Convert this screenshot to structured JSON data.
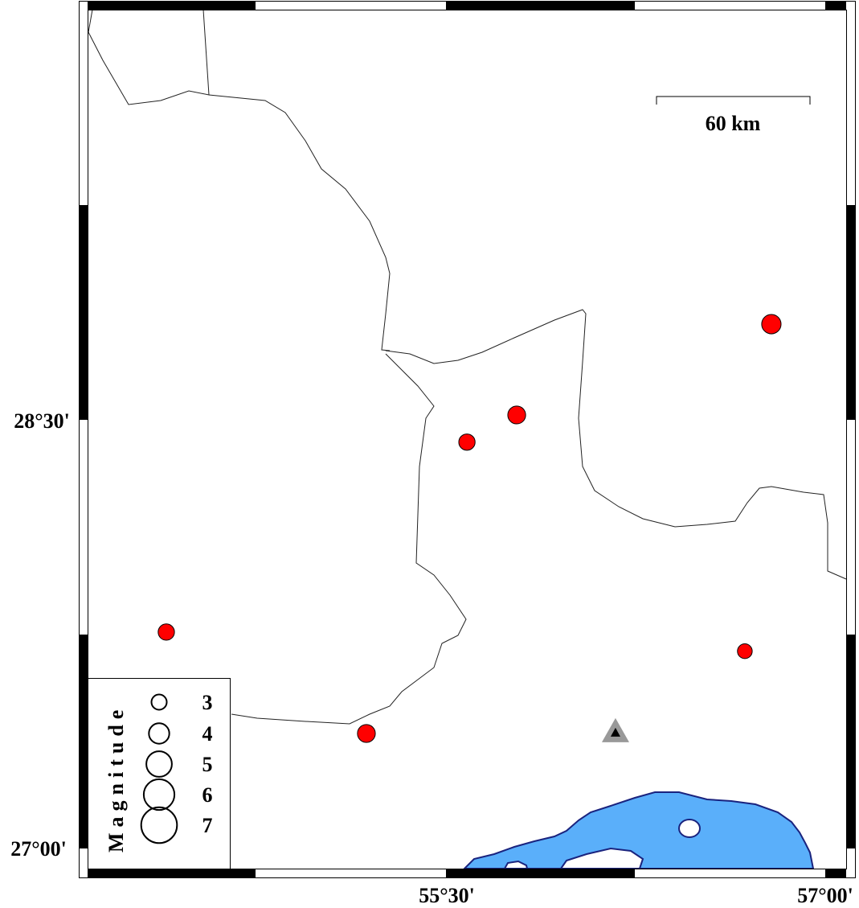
{
  "map": {
    "axis_labels": {
      "lat_top": "28°30'",
      "lat_bottom": "27°00'",
      "lon_left": "55°30'",
      "lon_right": "57°00'"
    },
    "scale_bar": {
      "label": "60 km"
    },
    "legend": {
      "title": "Magnitude",
      "magnitudes": [
        "3",
        "4",
        "5",
        "6",
        "7"
      ]
    },
    "colors": {
      "event": "#ff0000",
      "sea": "#5aaffa",
      "coast": "#1a237e",
      "station": "#999999"
    },
    "events": [
      {
        "lon": 54.393,
        "lat": 27.757,
        "mag": 3.2
      },
      {
        "lon": 55.185,
        "lat": 27.402,
        "mag": 3.5
      },
      {
        "lon": 55.583,
        "lat": 28.422,
        "mag": 3.2
      },
      {
        "lon": 55.78,
        "lat": 28.517,
        "mag": 3.5
      },
      {
        "lon": 56.788,
        "lat": 28.835,
        "mag": 3.8
      },
      {
        "lon": 56.683,
        "lat": 27.69,
        "mag": 2.9
      }
    ],
    "station": {
      "lon": 56.171,
      "lat": 27.408
    }
  }
}
